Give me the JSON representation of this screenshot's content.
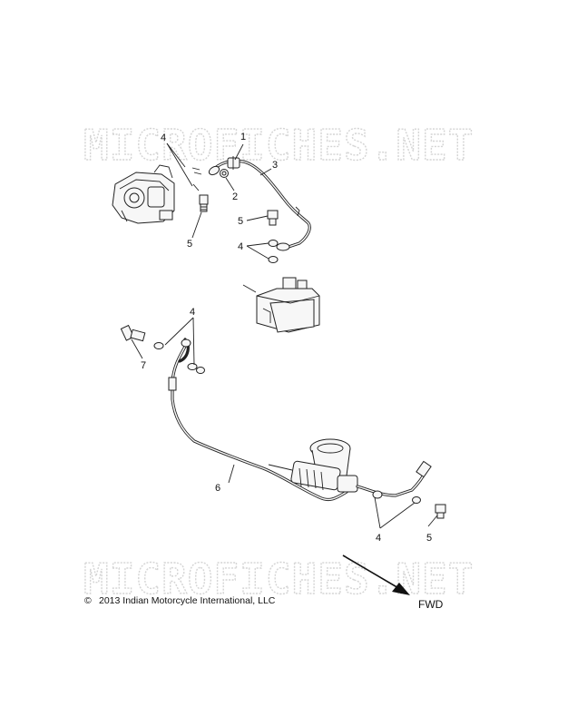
{
  "watermark": {
    "text": "MICROFICHES.NET"
  },
  "callouts": {
    "c1": "1",
    "c2": "2",
    "c3": "3",
    "c4_top": "4",
    "c4_mid": "4",
    "c4_lower_left": "4",
    "c4_bottom": "4",
    "c5_caliper": "5",
    "c5_upper": "5",
    "c5_bottom": "5",
    "c6": "6",
    "c7": "7"
  },
  "copyright": {
    "symbol": "©",
    "text": "2013 Indian Motorcycle International, LLC"
  },
  "direction": {
    "label": "FWD"
  }
}
